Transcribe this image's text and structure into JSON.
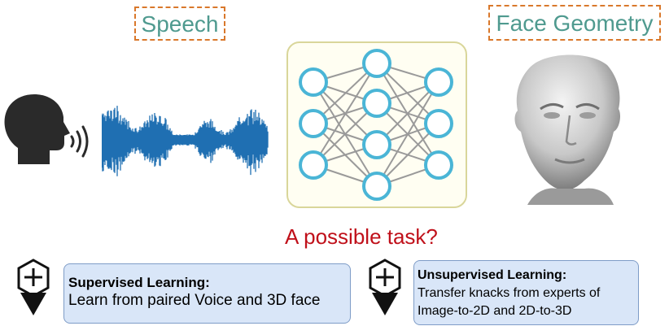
{
  "speech_label": "Speech",
  "face_label": "Face Geometry",
  "task_question": "A possible task?",
  "supervised": {
    "title": "Supervised Learning:",
    "body": "Learn from paired Voice and 3D face"
  },
  "unsupervised": {
    "title": "Unsupervised Learning:",
    "line1": "Transfer knacks from experts of",
    "line2": "Image-to-2D and 2D-to-3D"
  },
  "colors": {
    "label_teal": "#4f9a8f",
    "dash_orange": "#d9782b",
    "question_red": "#c0101a",
    "node_blue": "#4ab5d6",
    "waveform_blue": "#1f6fb2",
    "card_fill": "#d9e6f8"
  },
  "icons": [
    "speaking-head-icon",
    "sound-waves-icon",
    "audio-waveform",
    "neural-network-icon",
    "3d-face-render",
    "plus-pin-icon"
  ]
}
